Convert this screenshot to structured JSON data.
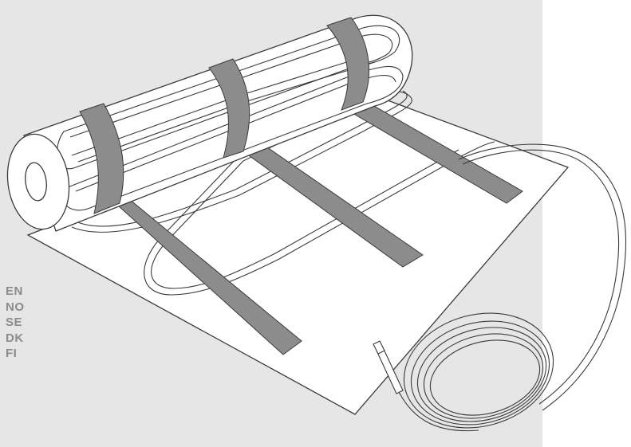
{
  "languages": [
    "EN",
    "NO",
    "SE",
    "DK",
    "FI"
  ],
  "illustration": {
    "subject": "heating-mat-roll-with-cable-and-sensor",
    "colors": {
      "background_panel": "#e6e6e7",
      "mat": "#ffffff",
      "outline": "#3a3a3a",
      "tape": "#8c8c8c",
      "language_text": "#8a8b8d"
    }
  }
}
